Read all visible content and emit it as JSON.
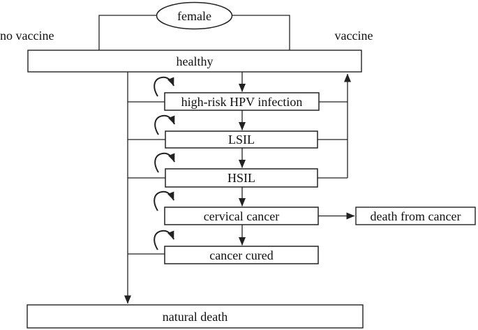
{
  "figure": {
    "type": "state-transition-flowchart",
    "background_color": "#ffffff",
    "line_color": "#222222",
    "branch_labels": {
      "left": "no vaccine",
      "right": "vaccine"
    },
    "nodes": {
      "female": {
        "label": "female",
        "shape": "ellipse",
        "self_loop": false
      },
      "healthy": {
        "label": "healthy",
        "shape": "rect",
        "self_loop": false
      },
      "hpv": {
        "label": "high-risk HPV infection",
        "shape": "rect",
        "self_loop": true
      },
      "lsil": {
        "label": "LSIL",
        "shape": "rect",
        "self_loop": true
      },
      "hsil": {
        "label": "HSIL",
        "shape": "rect",
        "self_loop": true
      },
      "cervical_cancer": {
        "label": "cervical cancer",
        "shape": "rect",
        "self_loop": true
      },
      "cancer_cured": {
        "label": "cancer cured",
        "shape": "rect",
        "self_loop": true
      },
      "death_from_cancer": {
        "label": "death from cancer",
        "shape": "rect",
        "self_loop": false
      },
      "natural_death": {
        "label": "natural death",
        "shape": "rect",
        "self_loop": false
      }
    },
    "edges": [
      {
        "from": "female",
        "to": "healthy",
        "via": "no vaccine branch",
        "arrow": false
      },
      {
        "from": "female",
        "to": "healthy",
        "via": "vaccine branch",
        "arrow": false
      },
      {
        "from": "healthy",
        "to": "hpv",
        "arrow": true
      },
      {
        "from": "hpv",
        "to": "lsil",
        "arrow": true
      },
      {
        "from": "lsil",
        "to": "hsil",
        "arrow": true
      },
      {
        "from": "hsil",
        "to": "cervical_cancer",
        "arrow": true
      },
      {
        "from": "cervical_cancer",
        "to": "cancer_cured",
        "arrow": true
      },
      {
        "from": "hpv",
        "to": "healthy",
        "via": "right rail",
        "arrow": true
      },
      {
        "from": "lsil",
        "to": "healthy",
        "via": "right rail",
        "arrow": true
      },
      {
        "from": "hsil",
        "to": "healthy",
        "via": "right rail",
        "arrow": true
      },
      {
        "from": "cervical_cancer",
        "to": "death_from_cancer",
        "arrow": true
      },
      {
        "from": "healthy",
        "to": "natural_death",
        "via": "left rail",
        "arrow": true
      },
      {
        "from": "hpv",
        "to": "natural_death",
        "via": "left rail",
        "arrow": true
      },
      {
        "from": "lsil",
        "to": "natural_death",
        "via": "left rail",
        "arrow": true
      },
      {
        "from": "hsil",
        "to": "natural_death",
        "via": "left rail",
        "arrow": true
      },
      {
        "from": "cancer_cured",
        "to": "natural_death",
        "via": "left rail",
        "arrow": true
      },
      {
        "from": "hpv",
        "to": "hpv",
        "self": true
      },
      {
        "from": "lsil",
        "to": "lsil",
        "self": true
      },
      {
        "from": "hsil",
        "to": "hsil",
        "self": true
      },
      {
        "from": "cervical_cancer",
        "to": "cervical_cancer",
        "self": true
      },
      {
        "from": "cancer_cured",
        "to": "cancer_cured",
        "self": true
      }
    ]
  }
}
